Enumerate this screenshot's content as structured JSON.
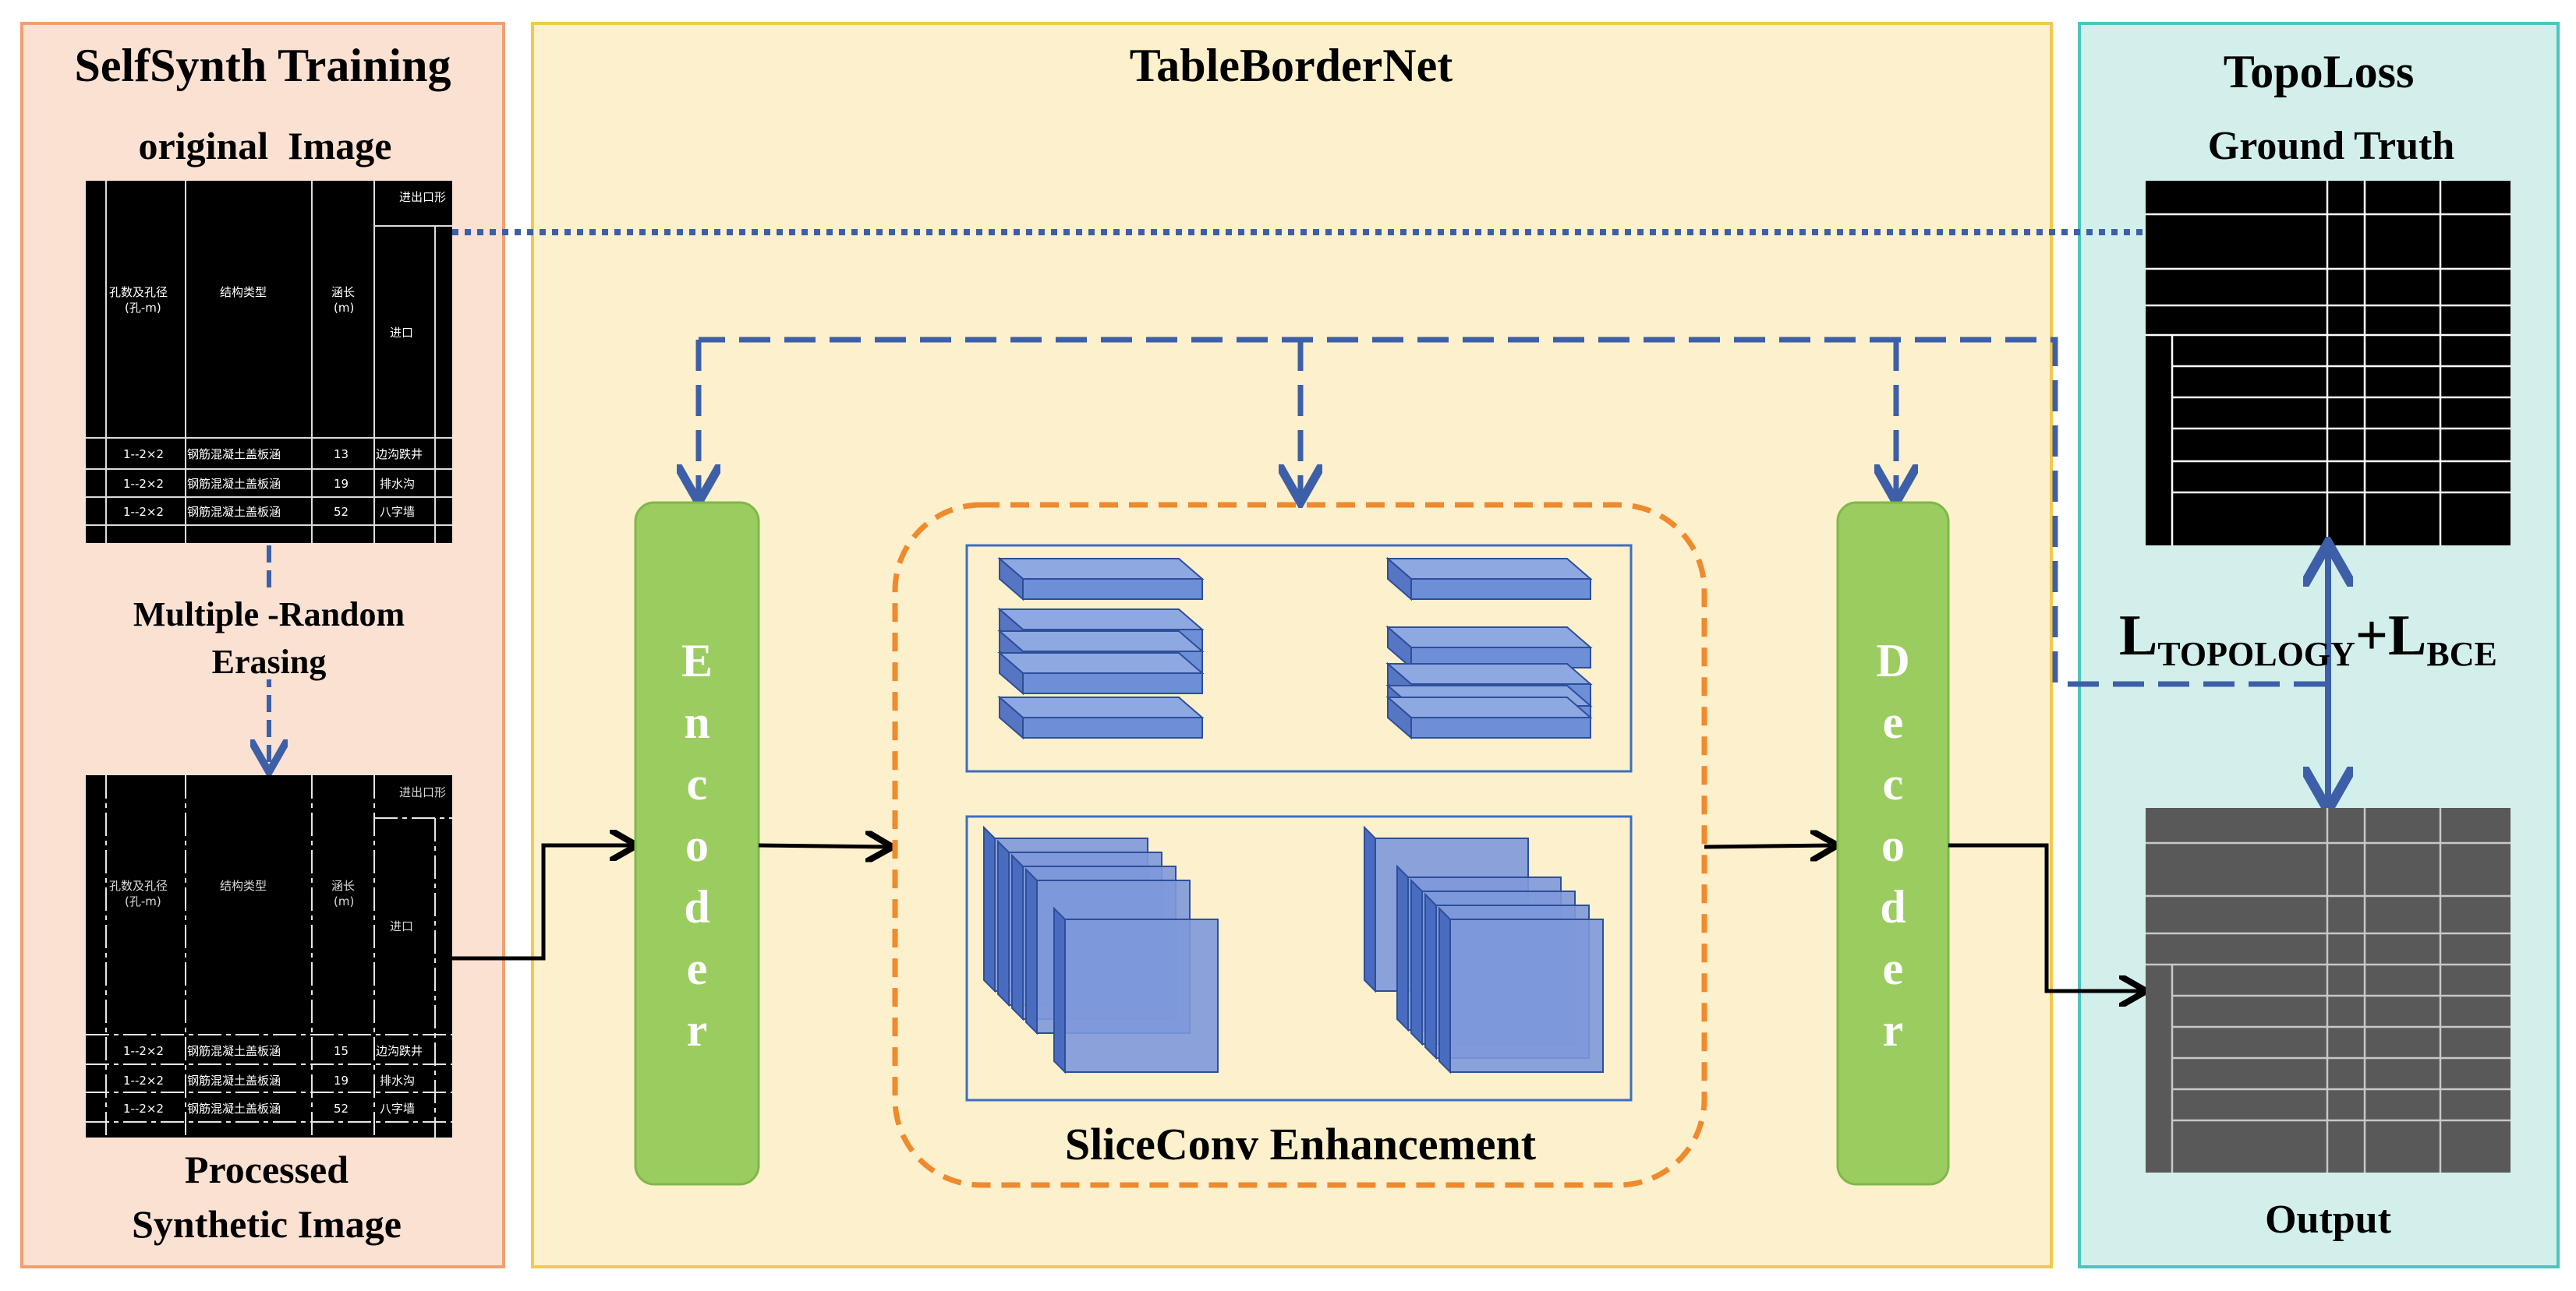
{
  "panels": {
    "left_title": "SelfSynth Training",
    "center_title": "TableBorderNet",
    "right_title": "TopoLoss"
  },
  "left": {
    "original_label": "original  Image",
    "erasing_label_line1": "Multiple -Random",
    "erasing_label_line2": "Erasing",
    "processed_label_line1": "Processed",
    "processed_label_line2": "Synthetic Image"
  },
  "center": {
    "encoder_letters": [
      "E",
      "n",
      "c",
      "o",
      "d",
      "e",
      "r"
    ],
    "decoder_letters": [
      "D",
      "e",
      "c",
      "o",
      "d",
      "e",
      "r"
    ],
    "sliceconv_label": "SliceConv Enhancement"
  },
  "right": {
    "ground_truth_label": "Ground Truth",
    "output_label": "Output",
    "loss": {
      "l1": "L",
      "sub1": "TOPOLOGY",
      "plus": "+L",
      "sub2": "BCE"
    }
  },
  "table_text": {
    "original": {
      "header_top": "进出口形",
      "col1": "孔数及孔径",
      "col1b": "(孔-m)",
      "col2": "结构类型",
      "col3": "涵长",
      "col3b": "(m)",
      "col4": "进口",
      "rows": [
        [
          "1--2×2",
          "钢筋混凝土盖板涵",
          "13",
          "边沟跌井"
        ],
        [
          "1--2×2",
          "钢筋混凝土盖板涵",
          "19",
          "排水沟"
        ],
        [
          "1--2×2",
          "钢筋混凝土盖板涵",
          "52",
          "八字墙"
        ]
      ]
    },
    "processed": {
      "header_top": "进出口形",
      "col1": "孔数及孔径",
      "col1b": "(孔-m)",
      "col2": "结构类型",
      "col3": "涵长",
      "col3b": "(m)",
      "col4": "进口",
      "rows": [
        [
          "1--2×2",
          "钢筋混凝土盖板涵",
          "15",
          "边沟跌井"
        ],
        [
          "1--2×2",
          "钢筋混凝土盖板涵",
          "19",
          "排水沟"
        ],
        [
          "1--2×2",
          "钢筋混凝土盖板涵",
          "52",
          "八字墙"
        ]
      ]
    }
  },
  "colors": {
    "left_bg": "#fbe1d2",
    "left_border": "#f0a070",
    "center_bg": "#fdf0cc",
    "center_border": "#f2c94c",
    "right_bg": "#d3efec",
    "right_border": "#4cc4c0",
    "block_green": "#9bcc5f",
    "accent_blue": "#3d5fa8",
    "dashed_orange": "#ef8a2d",
    "slab_blue": "#6e8fd6"
  }
}
